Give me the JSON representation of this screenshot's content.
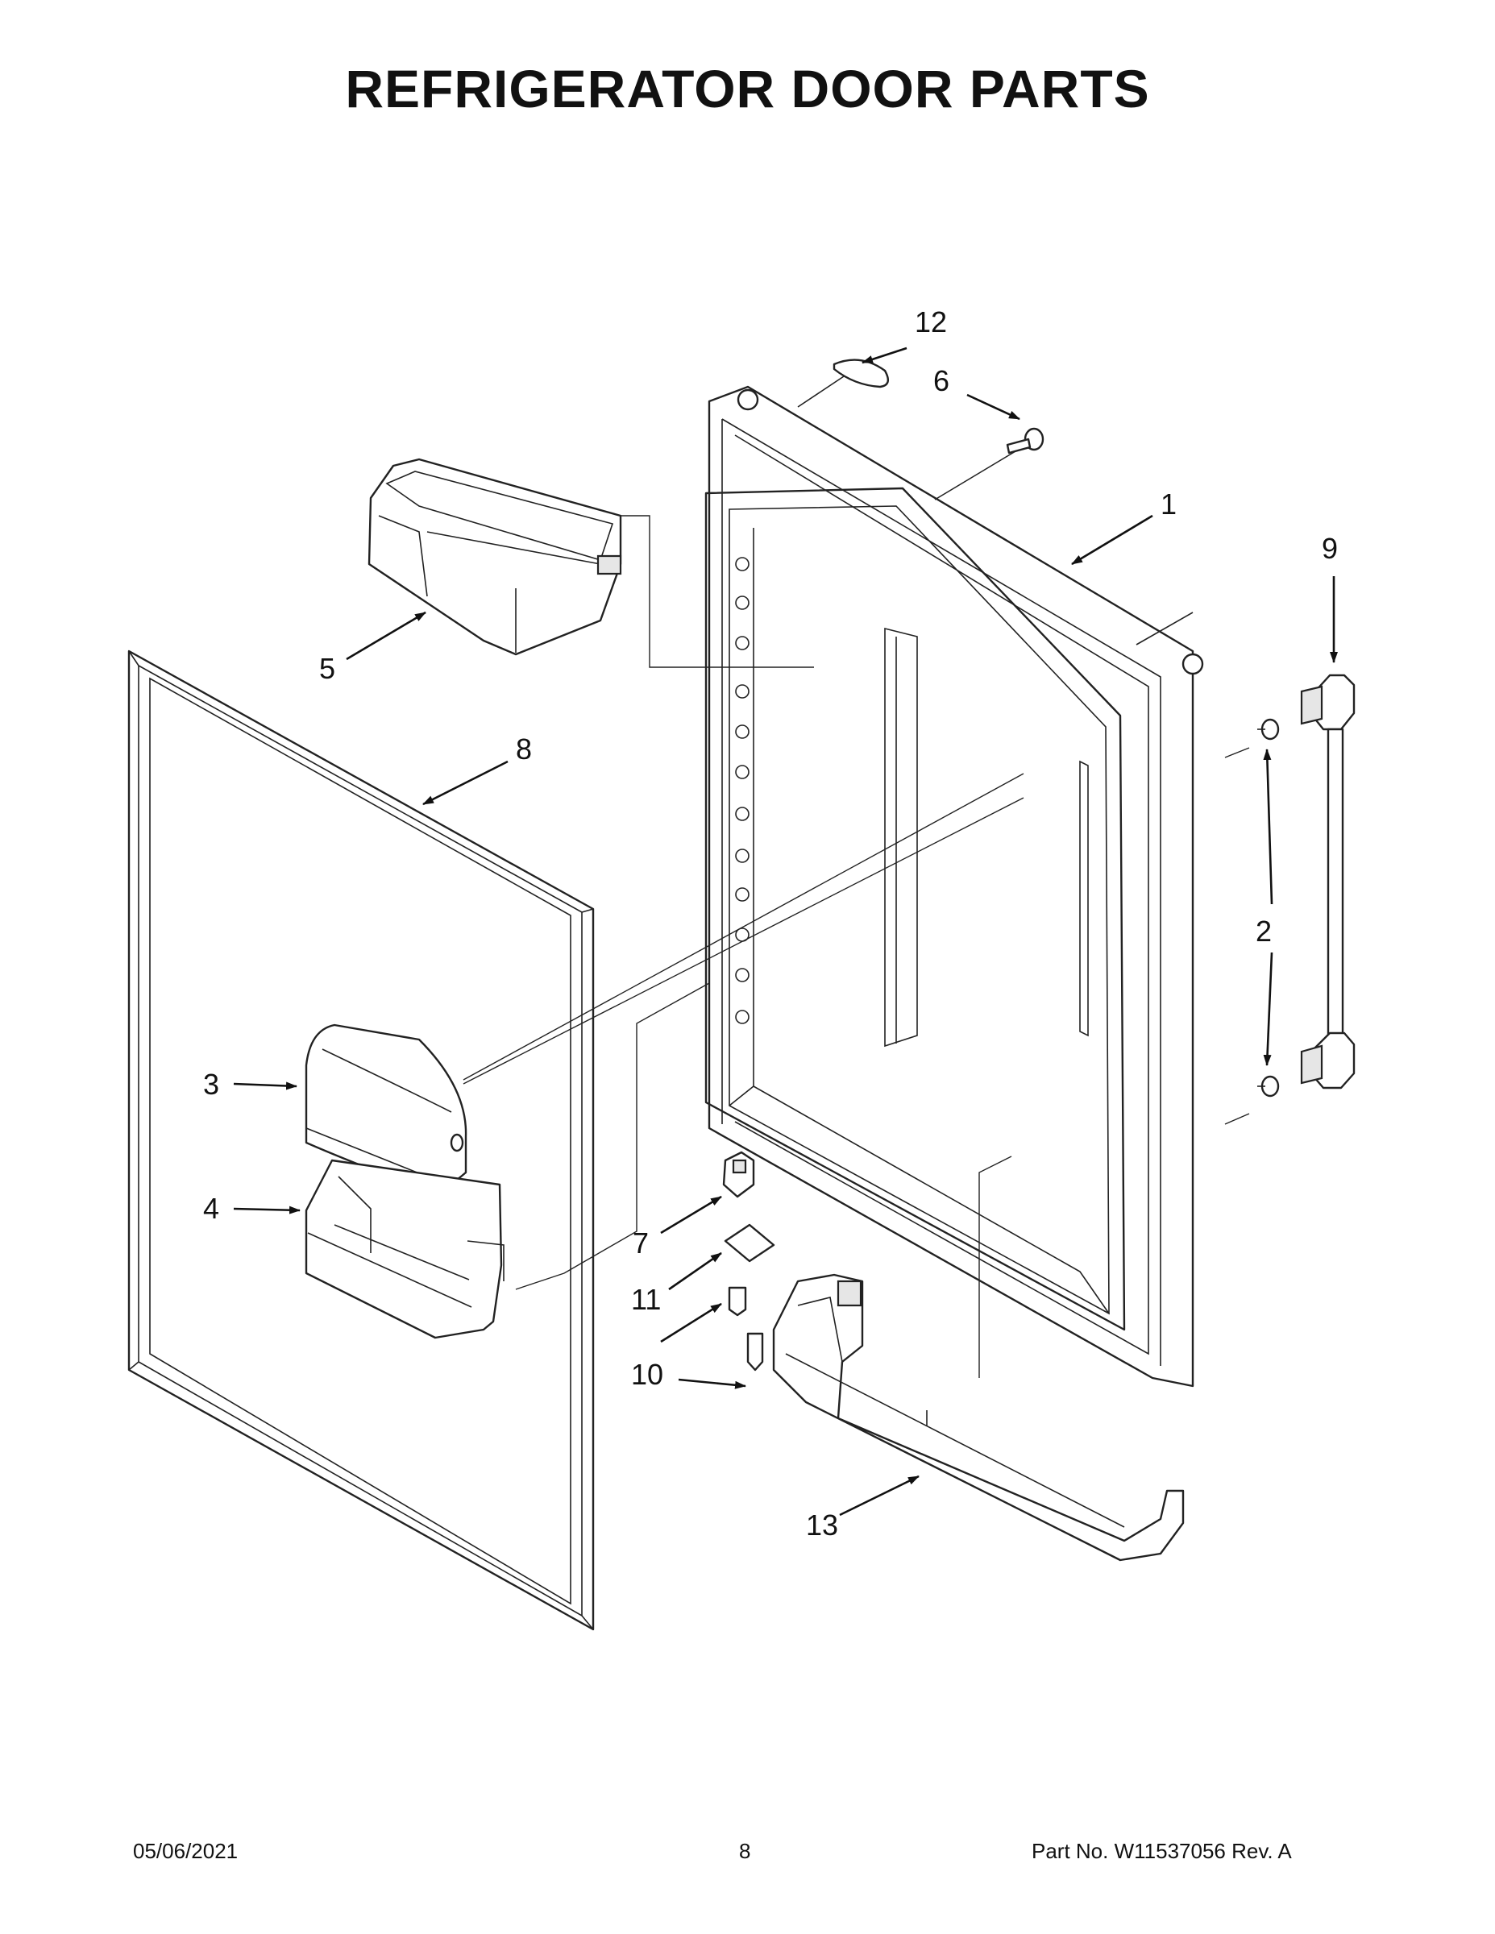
{
  "header": {
    "title": "REFRIGERATOR DOOR PARTS"
  },
  "callouts": [
    "1",
    "2",
    "3",
    "4",
    "5",
    "6",
    "7",
    "8",
    "9",
    "10",
    "10",
    "11",
    "12",
    "13"
  ],
  "footer": {
    "date": "05/06/2021",
    "page": "8",
    "part_no": "Part No.  W11537056  Rev.  A"
  }
}
